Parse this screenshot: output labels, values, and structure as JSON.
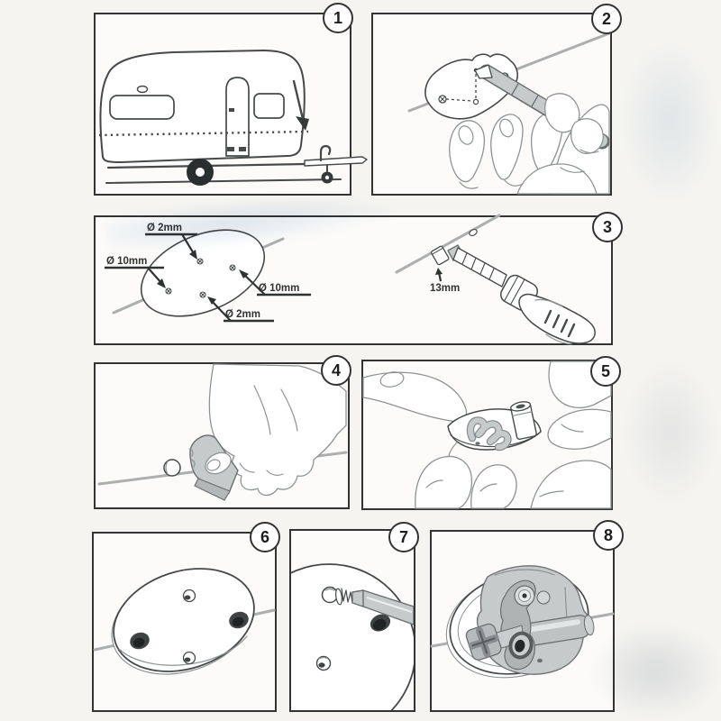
{
  "colors": {
    "paper": "#f5f4f1",
    "panel_bg": "#fcfbf9",
    "border": "#333333",
    "ink": "#45494a",
    "ink_mid": "#6a6f71",
    "ink_light": "#8d9394",
    "gray_fill": "#c6cacb",
    "wire": "#abafaf",
    "hole": "#3f4344",
    "label": "#2f3233"
  },
  "panels": [
    {
      "step": "1"
    },
    {
      "step": "2"
    },
    {
      "step": "3",
      "labels": {
        "hole_top": "Ø 2mm",
        "hole_left": "Ø 10mm",
        "hole_right": "Ø 10mm",
        "hole_bottom": "Ø 2mm",
        "drill_depth": "13mm"
      }
    },
    {
      "step": "4"
    },
    {
      "step": "5"
    },
    {
      "step": "6"
    },
    {
      "step": "7"
    },
    {
      "step": "8"
    }
  ]
}
